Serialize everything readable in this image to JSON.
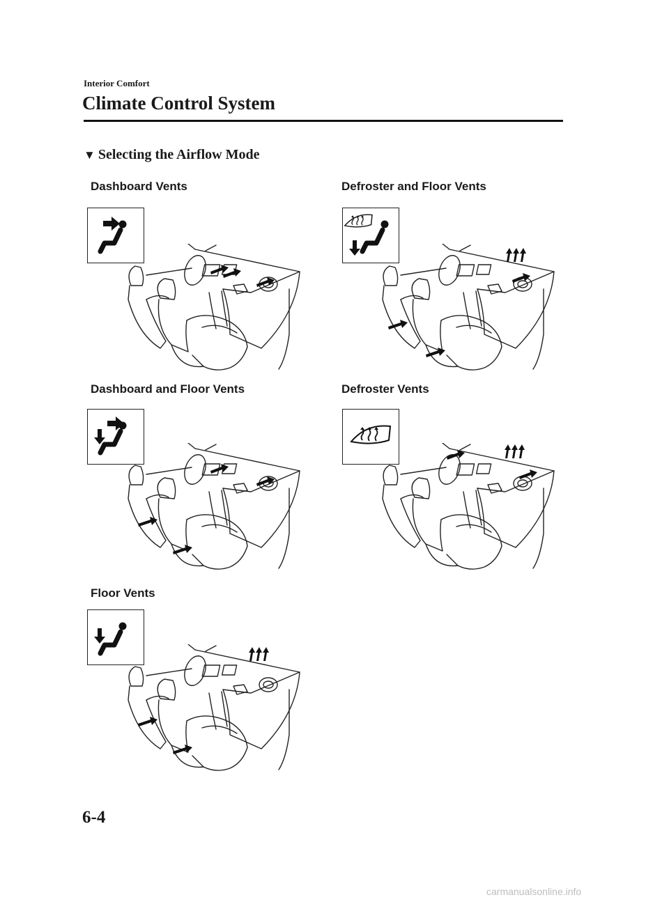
{
  "header": {
    "section": "Interior Comfort",
    "title": "Climate Control System"
  },
  "subheading": "Selecting the Airflow Mode",
  "figures": [
    {
      "label": "Dashboard Vents",
      "icon": "dashboard-vents-icon"
    },
    {
      "label": "Defroster and Floor Vents",
      "icon": "defroster-floor-vents-icon"
    },
    {
      "label": "Dashboard and Floor Vents",
      "icon": "dashboard-floor-vents-icon"
    },
    {
      "label": "Defroster Vents",
      "icon": "defroster-vents-icon"
    },
    {
      "label": "Floor Vents",
      "icon": "floor-vents-icon"
    }
  ],
  "footer": {
    "page_number": "6-4",
    "watermark": "carmanualsonline.info"
  }
}
